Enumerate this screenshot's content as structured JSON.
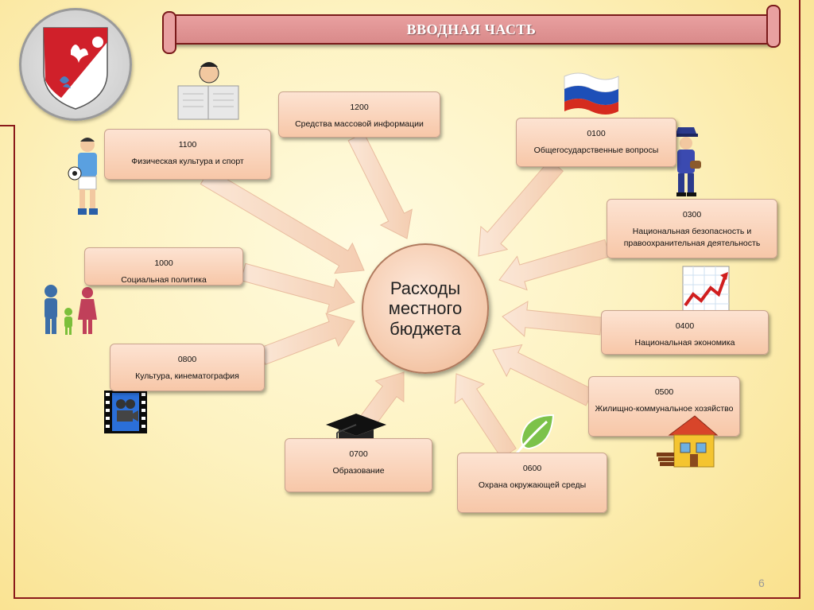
{
  "header": {
    "title": "ВВОДНАЯ ЧАСТЬ"
  },
  "center": {
    "label": "Расходы\nместного\nбюджета"
  },
  "categories": {
    "c1200": {
      "code": "1200",
      "name": "Средства массовой информации"
    },
    "c1100": {
      "code": "1100",
      "name": "Физическая культура  и спорт"
    },
    "c0100": {
      "code": "0100",
      "name": "Общегосударственные вопросы"
    },
    "c0300": {
      "code": "0300",
      "name": "Национальная безопасность и правоохранительная деятельность"
    },
    "c1000": {
      "code": "1000",
      "name": "Социальная политика"
    },
    "c0400": {
      "code": "0400",
      "name": "Национальная экономика"
    },
    "c0800": {
      "code": "0800",
      "name": "Культура,  кинематография"
    },
    "c0500": {
      "code": "0500",
      "name": "Жилищно-коммунальное хозяйство"
    },
    "c0700": {
      "code": "0700",
      "name": "Образование"
    },
    "c0600": {
      "code": "0600",
      "name": "Охрана окружающей среды"
    }
  },
  "colors": {
    "accent": "#8b1a1a",
    "box_fill": "#f7c7a8",
    "banner": "#d98a8a",
    "background": "#fdf2c0"
  },
  "page_number": "6"
}
